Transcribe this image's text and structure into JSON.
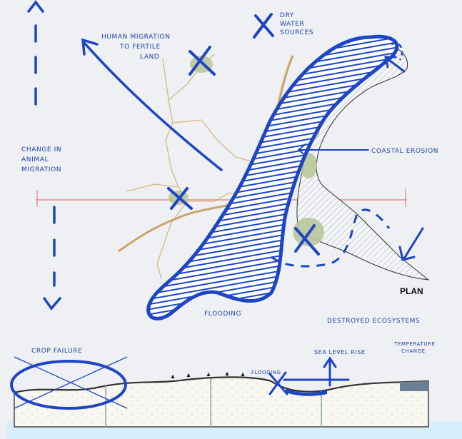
{
  "colors": {
    "ink_blue": "#1d45c4",
    "land_line": "#d6b985",
    "red_line": "#e47c7c",
    "vegetation": "#b9c79b",
    "background": "#eef0f3",
    "ground": "#f8f7f1",
    "water_band": "#d9eefb"
  },
  "annotations": {
    "human_migration": [
      "HUMAN MIGRATION",
      "TO FERTILE",
      "LAND"
    ],
    "dry_water": [
      "DRY",
      "WATER",
      "SOURCES"
    ],
    "animal_migration": [
      "CHANGE IN",
      "ANIMAL",
      "MIGRATION"
    ],
    "coastal_erosion": "COASTAL EROSION",
    "flooding": "FLOODING",
    "plan": "PLAN",
    "destroyed_ecosystems": "DESTROYED ECOSYSTEMS",
    "crop_failure": "CROP FAILURE",
    "sea_level_rise": "SEA LEVEL RISE",
    "temperature_change": [
      "TEMPERATURE",
      "CHANGE"
    ],
    "section_flooding": "FLOODING"
  },
  "icons": [
    "cross-mark-icon",
    "arrow-icon",
    "hatched-water-body",
    "vegetation-blob"
  ]
}
